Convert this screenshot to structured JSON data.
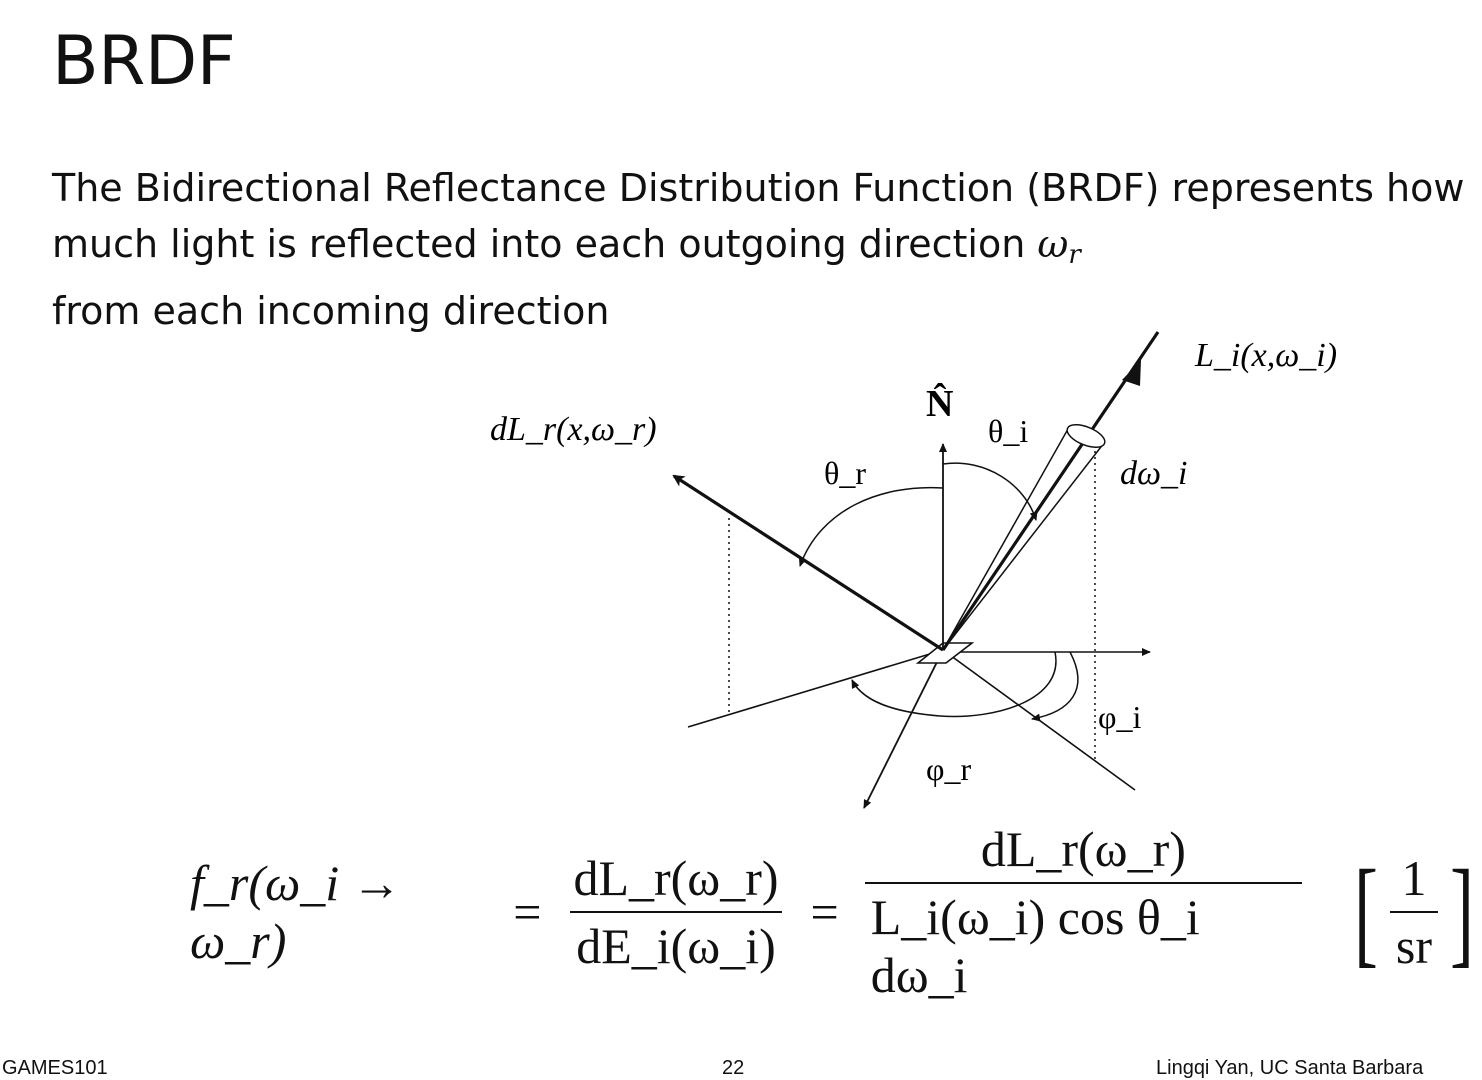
{
  "slide": {
    "title": "BRDF",
    "description": {
      "text_before": "The Bidirectional Reflectance Distribution Function (BRDF) represents how much light is reflected into each outgoing direction ",
      "omega_symbol": "ω",
      "omega_sub": "r",
      "text_after": "from each incoming direction"
    },
    "diagram": {
      "normal_label": "N̂",
      "incident_radiance_label": "L_i(x,ω_i)",
      "reflected_radiance_label": "dL_r(x,ω_r)",
      "theta_i_label": "θ_i",
      "theta_r_label": "θ_r",
      "d_omega_i_label": "dω_i",
      "phi_i_label": "φ_i",
      "phi_r_label": "φ_r"
    },
    "formula": {
      "lhs": "f_r(ω_i → ω_r)",
      "frac1_num": "dL_r(ω_r)",
      "frac1_den": "dE_i(ω_i)",
      "frac2_num": "dL_r(ω_r)",
      "frac2_den": "L_i(ω_i) cos θ_i dω_i",
      "unit_num": "1",
      "unit_den": "sr"
    },
    "footer": {
      "left": "GAMES101",
      "center": "22",
      "right": "Lingqi Yan, UC Santa Barbara"
    }
  }
}
